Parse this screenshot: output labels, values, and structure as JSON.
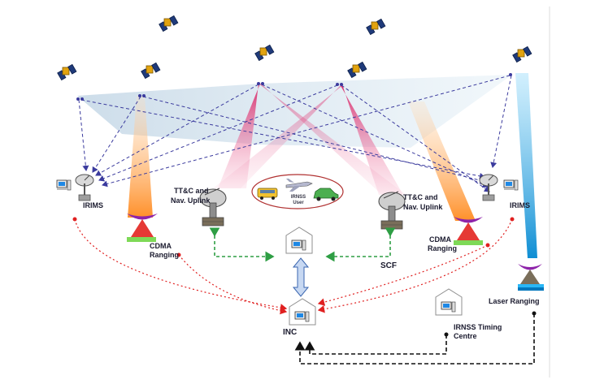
{
  "labels": {
    "irims_left": "IRIMS",
    "irims_right": "IRIMS",
    "ttc_left_line1": "TT&C and",
    "ttc_left_line2": "Nav. Uplink",
    "ttc_right_line1": "TT&C and",
    "ttc_right_line2": "Nav. Uplink",
    "user_line1": "IRNSS",
    "user_line2": "User",
    "cdma_left_line1": "CDMA",
    "cdma_left_line2": "Ranging",
    "cdma_right_line1": "CDMA",
    "cdma_right_line2": "Ranging",
    "scf": "SCF",
    "inc": "INC",
    "laser": "Laser Ranging",
    "timing_line1": "IRNSS Timing",
    "timing_line2": "Centre"
  },
  "colors": {
    "uplink_beam": "#d81b60",
    "cdma_beam": "#ff8a1e",
    "laser_beam": "#29b6f6",
    "signal_line": "#3b3b9e",
    "red_link": "#e02020",
    "green_link": "#2e9e44",
    "black_link": "#111111"
  }
}
